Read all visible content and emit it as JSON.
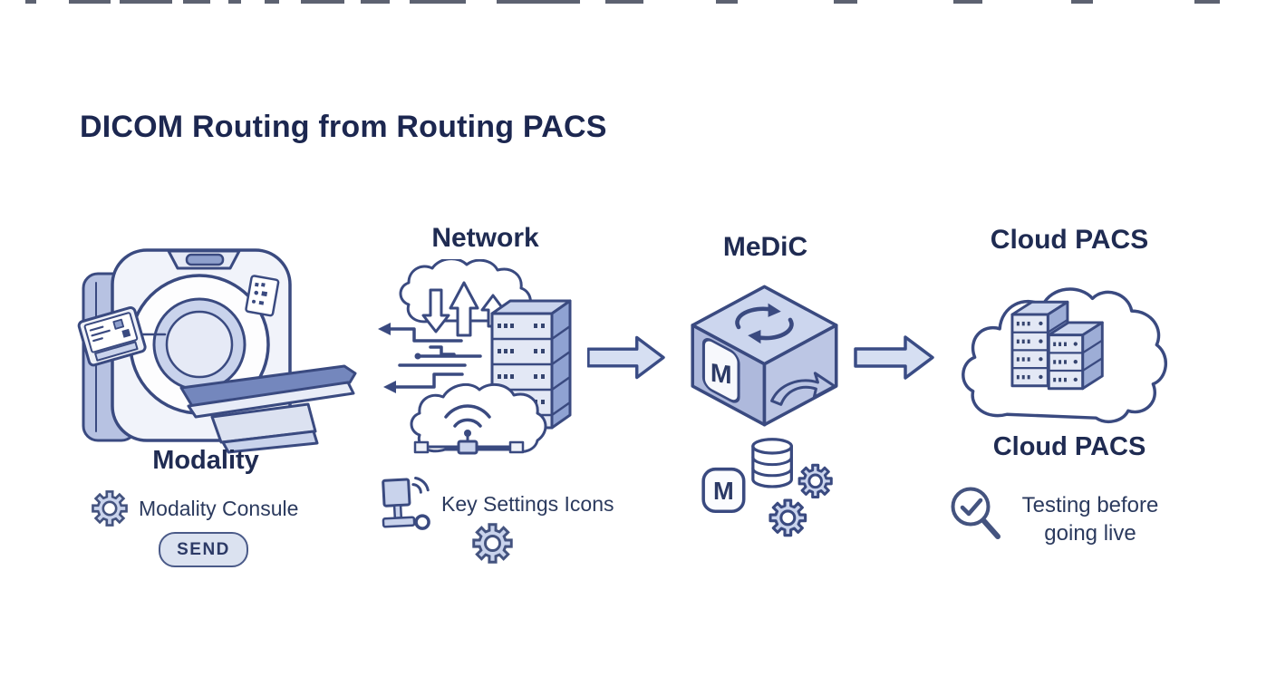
{
  "title": "DICOM Routing from Routing PACS",
  "stages": {
    "modality": {
      "heading": "Modality",
      "caption": "Modality Consule",
      "send_button": "SEND"
    },
    "network": {
      "heading": "Network",
      "caption": "Key Settings Icons"
    },
    "medic": {
      "heading": "MeDiC",
      "cube_letter": "M",
      "badge_letter": "M"
    },
    "cloud_pacs": {
      "heading": "Cloud PACS",
      "label": "Cloud PACS",
      "caption_line1": "Testing before",
      "caption_line2": "going live"
    }
  },
  "icons": {
    "modality_caption": "gear-icon",
    "network_caption": "broadcast-monitor-icon",
    "network_below": "gear-icon",
    "medic_below": [
      "m-badge-icon",
      "database-icon",
      "gear-icon",
      "gear-icon"
    ],
    "cloud_pacs_caption": "magnifier-check-icon",
    "cube_top": "sync-icon",
    "cube_right": "forward-arrow-icon"
  },
  "colors": {
    "heading": "#1c2750",
    "body_text": "#2b3a5e",
    "outline": "#3a4a80",
    "fill_light": "#e3e8f5",
    "fill_mid": "#c9d3ec",
    "fill_deep": "#8fa2d2",
    "bed_top": "#7487bd",
    "arrow_fill": "#d6dff2",
    "arrow_border": "#3a4c85",
    "background": "#ffffff"
  }
}
